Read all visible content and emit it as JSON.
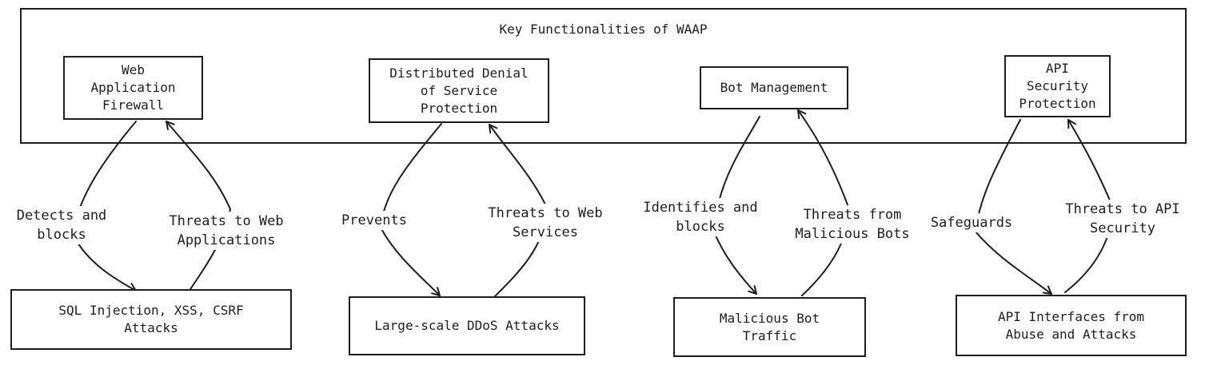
{
  "title": "Key Functionalities of WAAP",
  "features": [
    {
      "name": "Web\nApplication\nFirewall",
      "down_label": "Detects and\nblocks",
      "up_label": "Threats to Web\nApplications",
      "target": "SQL Injection, XSS, CSRF\nAttacks"
    },
    {
      "name": "Distributed Denial\nof Service\nProtection",
      "down_label": "Prevents",
      "up_label": "Threats to Web\nServices",
      "target": "Large-scale DDoS Attacks"
    },
    {
      "name": "Bot Management",
      "down_label": "Identifies and\nblocks",
      "up_label": "Threats from\nMalicious Bots",
      "target": "Malicious Bot\nTraffic"
    },
    {
      "name": "API\nSecurity\nProtection",
      "down_label": "Safeguards",
      "up_label": "Threats to API\nSecurity",
      "target": "API Interfaces from\nAbuse and Attacks"
    }
  ]
}
